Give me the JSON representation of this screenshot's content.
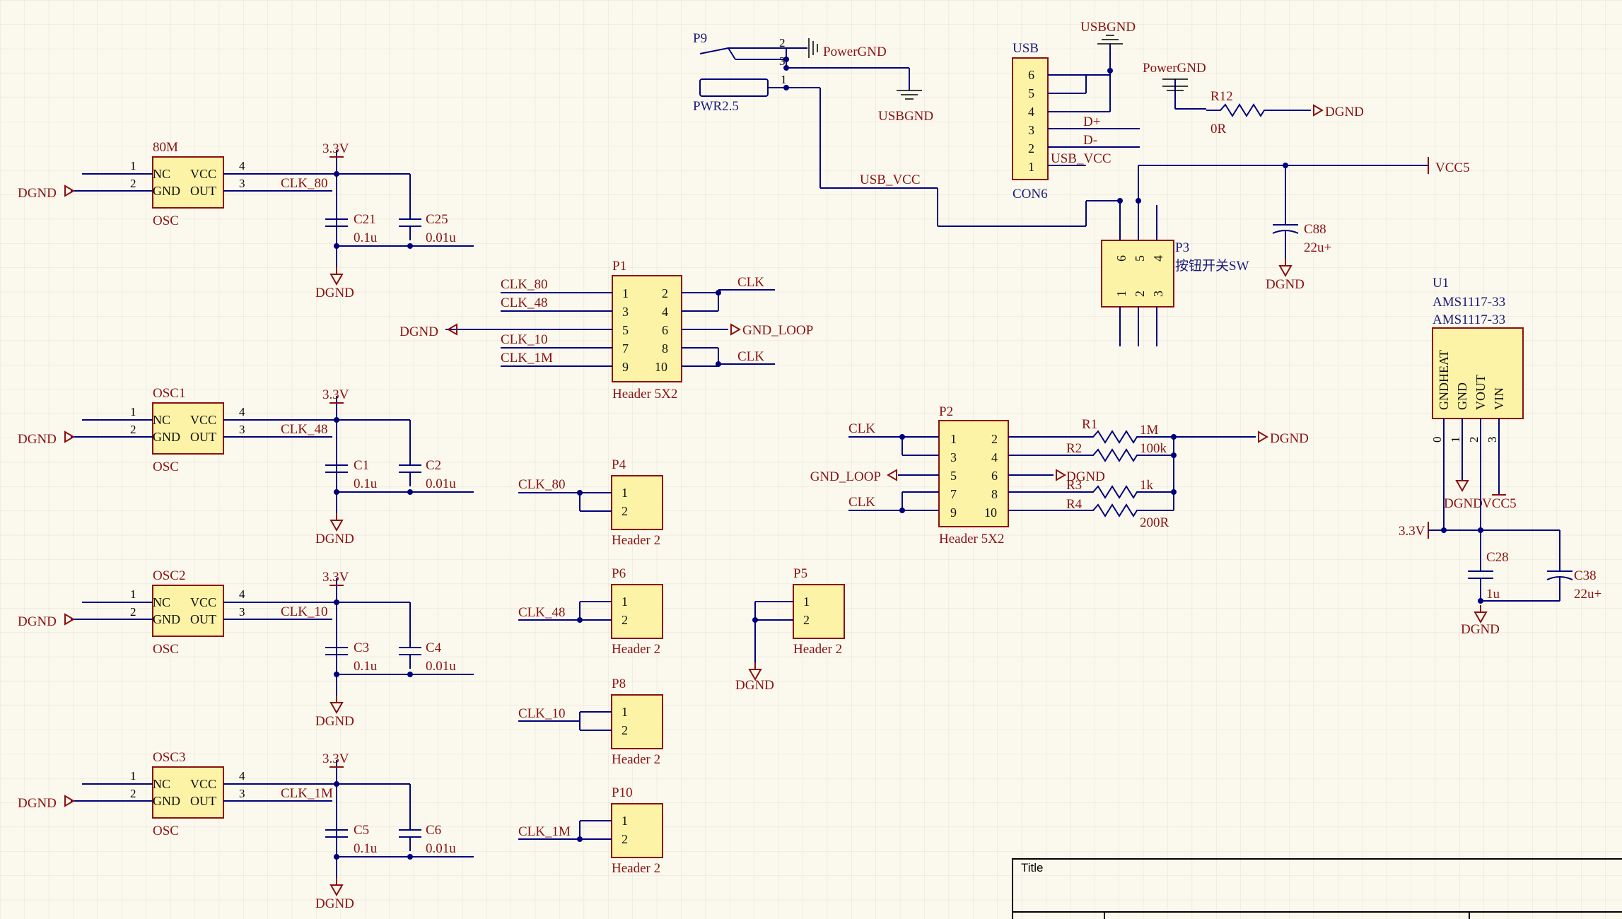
{
  "symbols": {
    "vcc_3v3": "3.3V",
    "dgnd": "DGND",
    "vcc5": "VCC5",
    "usbgnd": "USBGND",
    "powergnd": "PowerGND"
  },
  "oscillators": [
    {
      "designator": "80M",
      "net": "CLK_80",
      "c_small": "C21",
      "c_large": "C25"
    },
    {
      "designator": "OSC1",
      "net": "CLK_48",
      "c_small": "C1",
      "c_large": "C2"
    },
    {
      "designator": "OSC2",
      "net": "CLK_10",
      "c_small": "C3",
      "c_large": "C4"
    },
    {
      "designator": "OSC3",
      "net": "CLK_1M",
      "c_small": "C5",
      "c_large": "C6"
    }
  ],
  "osc_part": {
    "type": "OSC",
    "pins": {
      "nc": "NC",
      "gnd": "GND",
      "vcc": "VCC",
      "out": "OUT",
      "p1": "1",
      "p2": "2",
      "p3": "3",
      "p4": "4"
    },
    "c_small_value": "0.1u",
    "c_large_value": "0.01u"
  },
  "p1": {
    "designator": "P1",
    "comment": "Header 5X2",
    "pins_odd": [
      "1",
      "3",
      "5",
      "7",
      "9"
    ],
    "pins_even": [
      "2",
      "4",
      "6",
      "8",
      "10"
    ],
    "nets_left": [
      "CLK_80",
      "CLK_48",
      "CLK_10",
      "CLK_1M"
    ],
    "net_clk": "CLK",
    "net_gnd_loop": "GND_LOOP"
  },
  "headers2": [
    {
      "designator": "P4",
      "net": "CLK_80"
    },
    {
      "designator": "P6",
      "net": "CLK_48"
    },
    {
      "designator": "P8",
      "net": "CLK_10"
    },
    {
      "designator": "P10",
      "net": "CLK_1M"
    },
    {
      "designator": "P5",
      "net": ""
    }
  ],
  "header2": {
    "comment": "Header 2",
    "pin1": "1",
    "pin2": "2"
  },
  "p2": {
    "designator": "P2",
    "comment": "Header 5X2",
    "resistors": [
      {
        "designator": "R1",
        "value": "1M"
      },
      {
        "designator": "R2",
        "value": "100k"
      },
      {
        "designator": "R3",
        "value": "1k"
      },
      {
        "designator": "R4",
        "value": "200R"
      }
    ]
  },
  "power_jack": {
    "designator": "P9",
    "comment": "PWR2.5",
    "pins": [
      "2",
      "3",
      "1"
    ]
  },
  "usb": {
    "title": "USB",
    "comment": "CON6",
    "pins": [
      "6",
      "5",
      "4",
      "3",
      "2",
      "1"
    ],
    "nets": {
      "dplus": "D+",
      "dminus": "D-",
      "usb_vcc": "USB_VCC"
    }
  },
  "r12": {
    "designator": "R12",
    "value": "0R"
  },
  "p3": {
    "designator": "P3",
    "comment": "按钮开关SW",
    "pins_top": [
      "6",
      "5",
      "4"
    ],
    "pins_bottom": [
      "1",
      "2",
      "3"
    ]
  },
  "c88": {
    "designator": "C88",
    "value": "22u+"
  },
  "u1": {
    "designator": "U1",
    "part": "AMS1117-33",
    "comment": "AMS1117-33",
    "pin_names": [
      "GNDHEAT",
      "GND",
      "VOUT",
      "VIN"
    ],
    "pin_numbers": [
      "0",
      "1",
      "2",
      "3"
    ]
  },
  "c28": {
    "designator": "C28",
    "value": "1u"
  },
  "c38": {
    "designator": "C38",
    "value": "22u+"
  },
  "title_block": {
    "title_label": "Title"
  }
}
